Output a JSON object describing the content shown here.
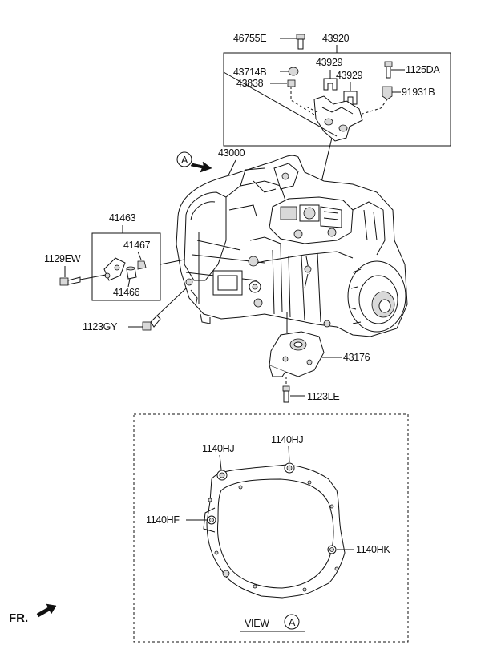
{
  "diagram": {
    "callouts": {
      "p46755E": "46755E",
      "p43920": "43920",
      "p43714B": "43714B",
      "p43838": "43838",
      "p43929a": "43929",
      "p43929b": "43929",
      "p1125DA": "1125DA",
      "p91931B": "91931B",
      "p43000": "43000",
      "p41463": "41463",
      "p41467": "41467",
      "p1129EW": "1129EW",
      "p41466": "41466",
      "p1123GY": "1123GY",
      "p43176": "43176",
      "p1123LE": "1123LE",
      "p1140HJ_a": "1140HJ",
      "p1140HJ_b": "1140HJ",
      "p1140HF": "1140HF",
      "p1140HK": "1140HK"
    },
    "view_marker": {
      "letter": "A"
    },
    "view_label": {
      "text": "VIEW",
      "letter": "A"
    },
    "front_label": "FR."
  }
}
